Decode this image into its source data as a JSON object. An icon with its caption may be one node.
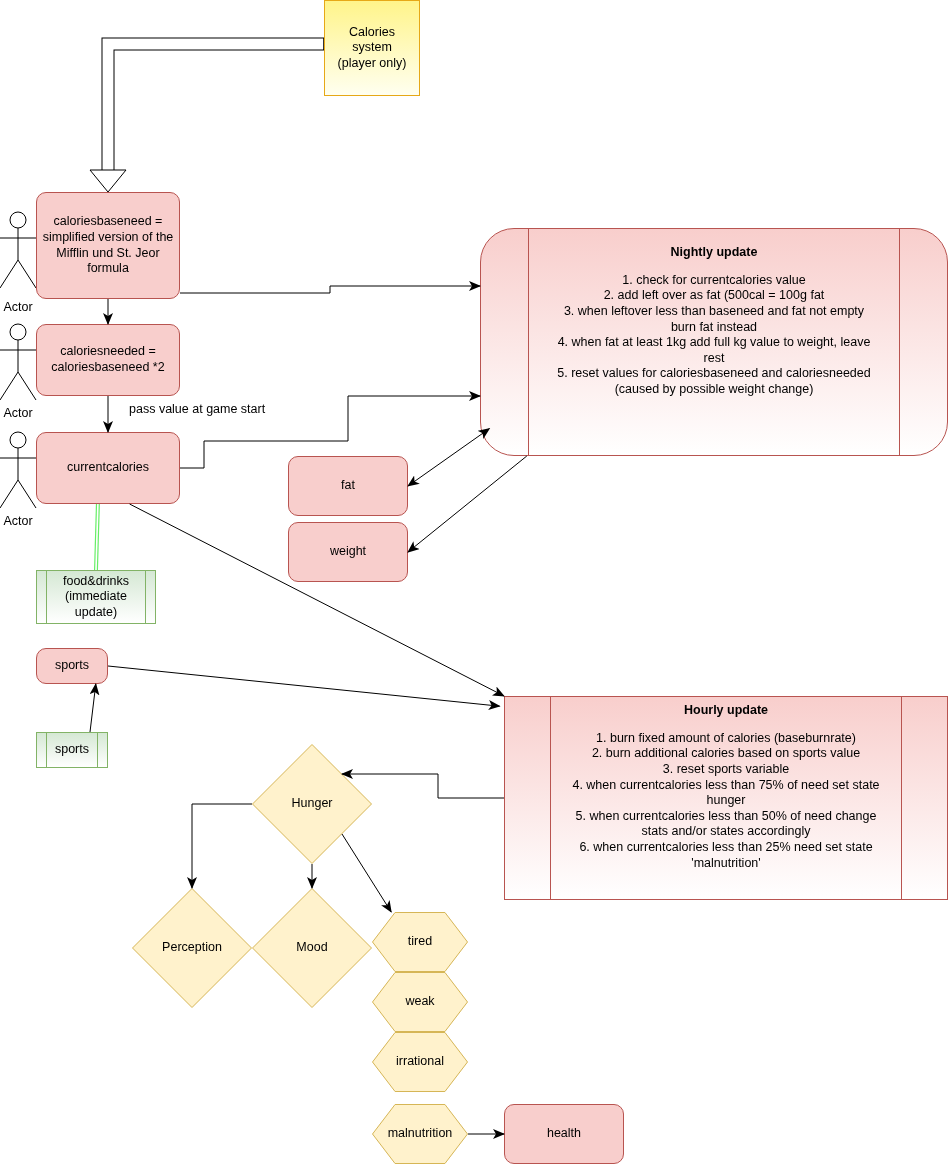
{
  "diagram": {
    "nodes": [
      {
        "text": [
          "Calories system (player only)"
        ]
      },
      {
        "text": [
          "Actor"
        ]
      },
      {
        "text": [
          "caloriesbaseneed = simplified version of the Mifflin und St. Jeor formula"
        ]
      },
      {
        "text": [
          "Actor"
        ]
      },
      {
        "text": [
          "caloriesneeded = caloriesbaseneed *2"
        ]
      },
      {
        "text": [
          "Actor"
        ]
      },
      {
        "text": [
          "currentcalories"
        ]
      },
      {
        "text": [
          "Nightly update",
          "1. check for currentcalories value",
          "2. add left over as fat (500cal = 100g fat",
          "3. when leftover less than baseneed and fat not empty burn fat instead",
          "4. when fat at least 1kg add full kg value to weight, leave rest",
          "5. reset values for caloriesbaseneed and caloriesneeded (caused by possible weight change)"
        ]
      },
      {
        "text": [
          "fat"
        ]
      },
      {
        "text": [
          "weight"
        ]
      },
      {
        "text": [
          "food&drinks (immediate update)"
        ]
      },
      {
        "text": [
          "sports"
        ]
      },
      {
        "text": [
          "sports"
        ]
      },
      {
        "text": [
          "Hourly update",
          "1. burn fixed amount of calories (baseburnrate)",
          "2. burn additional calories based on sports value",
          "3. reset sports variable",
          "4. when currentcalories less than 75% of need set state hunger",
          "5. when currentcalories less than 50% of need change stats and/or states accordingly",
          "6. when currentcalories less than 25% need set state 'malnutrition'"
        ]
      },
      {
        "text": [
          "Hunger"
        ]
      },
      {
        "text": [
          "Perception"
        ]
      },
      {
        "text": [
          "Mood"
        ]
      },
      {
        "text": [
          "tired"
        ]
      },
      {
        "text": [
          "weak"
        ]
      },
      {
        "text": [
          "irrational"
        ]
      },
      {
        "text": [
          "malnutrition"
        ]
      },
      {
        "text": [
          "health"
        ]
      }
    ],
    "edges": [
      {
        "from": 0,
        "to": 2,
        "arrow": "to",
        "style": "thick"
      },
      {
        "from": 2,
        "to": 4,
        "arrow": "to"
      },
      {
        "from": 4,
        "to": 6,
        "arrow": "to",
        "label": "pass value at game start"
      },
      {
        "from": 2,
        "to": 7,
        "arrow": "to"
      },
      {
        "from": 6,
        "to": 7,
        "arrow": "to"
      },
      {
        "from": 7,
        "to": 8,
        "arrow": "both"
      },
      {
        "from": 7,
        "to": 9,
        "arrow": "to"
      },
      {
        "from": 6,
        "to": 10,
        "arrow": "none",
        "style": "thick",
        "color": "#66ee66"
      },
      {
        "from": 6,
        "to": 13,
        "arrow": "to"
      },
      {
        "from": 11,
        "to": 13,
        "arrow": "to"
      },
      {
        "from": 12,
        "to": 11,
        "arrow": "to"
      },
      {
        "from": 13,
        "to": 14,
        "arrow": "to"
      },
      {
        "from": 14,
        "to": 15,
        "arrow": "to"
      },
      {
        "from": 14,
        "to": 16,
        "arrow": "to"
      },
      {
        "from": 14,
        "to": 17,
        "arrow": "to"
      },
      {
        "from": 20,
        "to": 21,
        "arrow": "to"
      }
    ]
  }
}
